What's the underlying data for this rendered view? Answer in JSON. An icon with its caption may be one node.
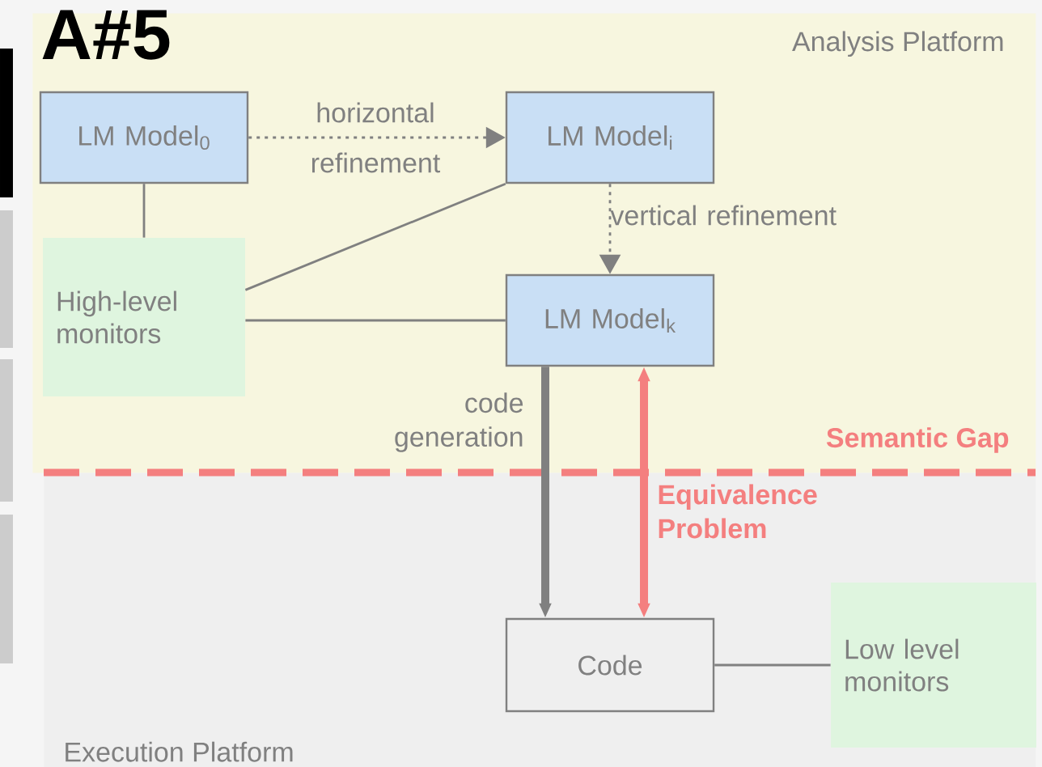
{
  "diagram": {
    "title": "A#5",
    "nodes": [
      {
        "text": [
          "Analysis Platform"
        ]
      },
      {
        "text": [
          "Execution Platform"
        ]
      },
      {
        "text": [
          "LM Model$_{0}$"
        ],
        "in": 0
      },
      {
        "text": [
          "LM Model$_{i}$"
        ],
        "in": 0
      },
      {
        "text": [
          "High-level monitors"
        ],
        "in": 0
      },
      {
        "text": [
          "LM Model$_{k}$"
        ],
        "in": 0
      },
      {
        "text": [
          "Code"
        ],
        "in": 1
      },
      {
        "text": [
          "Low level monitors"
        ],
        "in": 1
      }
    ],
    "edges": [
      {
        "from": 2,
        "to": 3,
        "arrow": "to",
        "label": "horizontal refinement",
        "style": "dashed"
      },
      {
        "from": 3,
        "to": 5,
        "arrow": "to",
        "label": "vertical refinement",
        "style": "dashed"
      },
      {
        "from": 2,
        "to": 4,
        "arrow": "none"
      },
      {
        "from": 4,
        "to": 3,
        "arrow": "none"
      },
      {
        "from": 4,
        "to": 5,
        "arrow": "none"
      },
      {
        "from": 5,
        "to": 6,
        "arrow": "to",
        "label": "code generation",
        "style": "thick"
      },
      {
        "from": 6,
        "to": 5,
        "arrow": "both",
        "label": "Equivalence Problem",
        "style": "thick",
        "color": "#f47f7f"
      },
      {
        "from": 6,
        "to": 7,
        "arrow": "none"
      }
    ],
    "labels": [
      "Semantic Gap"
    ]
  }
}
